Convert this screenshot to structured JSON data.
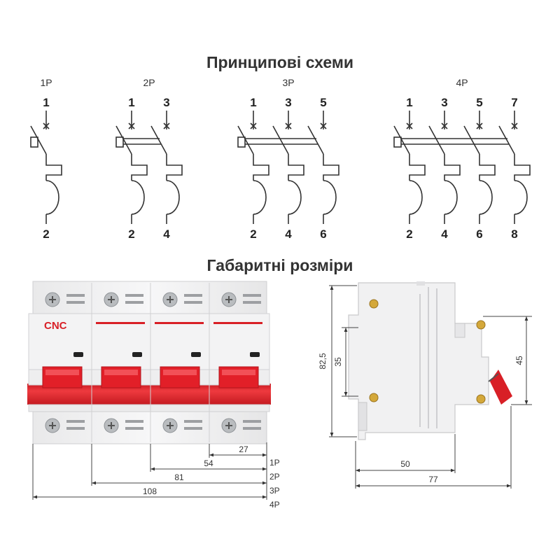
{
  "titles": {
    "schemes": "Принципові схеми",
    "dimensions": "Габаритні розміри"
  },
  "poles": [
    {
      "label": "1P",
      "top": [
        "1"
      ],
      "bottom": [
        "2"
      ]
    },
    {
      "label": "2P",
      "top": [
        "1",
        "3"
      ],
      "bottom": [
        "2",
        "4"
      ]
    },
    {
      "label": "3P",
      "top": [
        "1",
        "3",
        "5"
      ],
      "bottom": [
        "2",
        "4",
        "6"
      ]
    },
    {
      "label": "4P",
      "top": [
        "1",
        "3",
        "5",
        "7"
      ],
      "bottom": [
        "2",
        "4",
        "6",
        "8"
      ]
    }
  ],
  "front_view": {
    "logo": "CNC",
    "dims": [
      {
        "value": "27",
        "pole": "1P"
      },
      {
        "value": "54",
        "pole": "2P"
      },
      {
        "value": "81",
        "pole": "3P"
      },
      {
        "value": "108",
        "pole": "4P"
      }
    ]
  },
  "side_view": {
    "height_total": "82,5",
    "height_inner": "35",
    "height_right": "45",
    "depth_inner": "50",
    "depth_total": "77"
  },
  "colors": {
    "brand_red": "#d81f26",
    "line": "#333333"
  }
}
